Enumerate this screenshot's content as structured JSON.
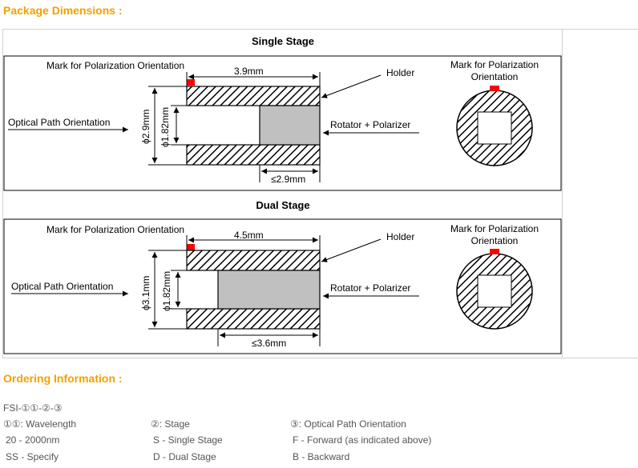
{
  "package_heading": "Package Dimensions :",
  "ordering_heading": "Ordering Information :",
  "colors": {
    "heading": "#f4a000",
    "mark": "#ff0000",
    "polarizer": "#c0c0c0"
  },
  "stages": [
    {
      "title": "Single Stage",
      "mark_label": "Mark for Polarization Orientation",
      "length": "3.9mm",
      "holder": "Holder",
      "optical_path": "Optical Path Orientation",
      "outer_dia": "ϕ2.9mm",
      "inner_dia": "ϕ1.82mm",
      "rotator": "Rotator + Polarizer",
      "rotator_len": "≤2.9mm",
      "end_mark_label": [
        "Mark for Polarization",
        "Orientation"
      ]
    },
    {
      "title": "Dual Stage",
      "mark_label": "Mark for Polarization Orientation",
      "length": "4.5mm",
      "holder": "Holder",
      "optical_path": "Optical Path Orientation",
      "outer_dia": "ϕ3.1mm",
      "inner_dia": "ϕ1.82mm",
      "rotator": "Rotator + Polarizer",
      "rotator_len": "≤3.6mm",
      "end_mark_label": [
        "Mark for Polarization",
        "Orientation"
      ]
    }
  ],
  "ordering": {
    "code": "FSI-①①-②-③",
    "columns": [
      {
        "header": "①①: Wavelength",
        "items": [
          "20 - 2000nm",
          "SS - Specify"
        ]
      },
      {
        "header": "②: Stage",
        "items": [
          "S - Single Stage",
          "D - Dual Stage"
        ]
      },
      {
        "header": "③: Optical Path Orientation",
        "items": [
          "F - Forward (as indicated above)",
          "B - Backward"
        ]
      }
    ]
  }
}
